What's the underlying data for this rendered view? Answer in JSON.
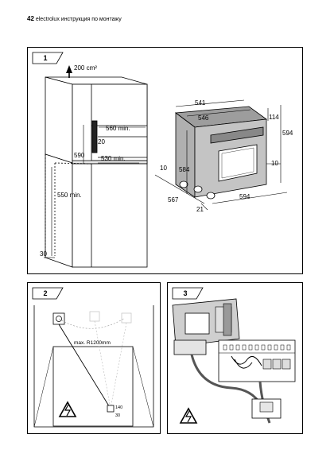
{
  "header": {
    "page_number": "42",
    "brand": "electrolux",
    "section": "инструкция по монтажу"
  },
  "figure1": {
    "number": "1",
    "label_vent": "200 cm²",
    "label_560": "560 min.",
    "label_20": "20",
    "label_590": "590",
    "label_530": "530 min.",
    "label_550": "550 min.",
    "label_30": "30",
    "label_541": "541",
    "label_546": "546",
    "label_114": "114",
    "label_594_right": "594",
    "label_584": "584",
    "label_10_left": "10",
    "label_10_right": "10",
    "label_567": "567",
    "label_21": "21",
    "label_594_bottom": "594"
  },
  "figure2": {
    "number": "2",
    "label_radius": "max. R1200mm",
    "label_140": "140",
    "label_30": "30"
  },
  "figure3": {
    "number": "3"
  },
  "colors": {
    "oven_grey": "#b9b9b9",
    "oven_dark": "#6f6f6f",
    "faded_socket": "#c8c8c8"
  }
}
